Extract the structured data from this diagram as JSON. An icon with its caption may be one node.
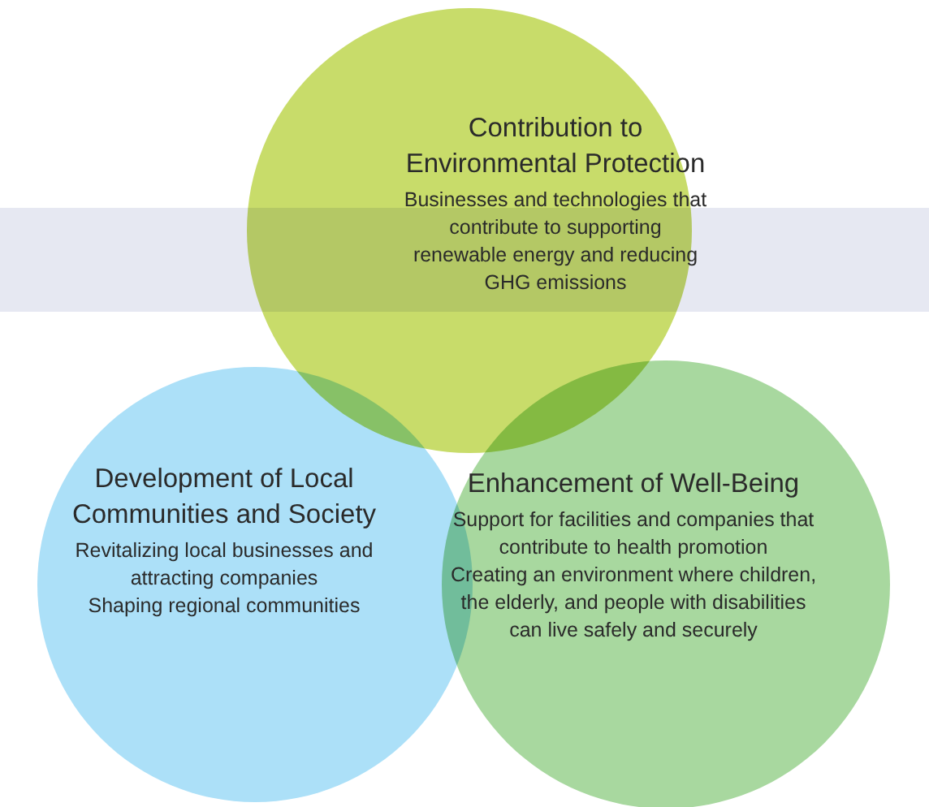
{
  "diagram": {
    "nodes": [
      {
        "text": [
          "Contribution to Environmental Protection",
          "Businesses and technologies that contribute to supporting renewable energy and reducing GHG emissions"
        ]
      },
      {
        "text": [
          "Development of Local Communities and Society",
          "Revitalizing local businesses and attracting companies",
          "Shaping regional communities"
        ]
      },
      {
        "text": [
          "Enhancement of Well-Being",
          "Support for facilities and companies that contribute to health promotion",
          "Creating an environment where children, the elderly, and people with disabilities can live safely and securely"
        ]
      }
    ],
    "edges": []
  }
}
